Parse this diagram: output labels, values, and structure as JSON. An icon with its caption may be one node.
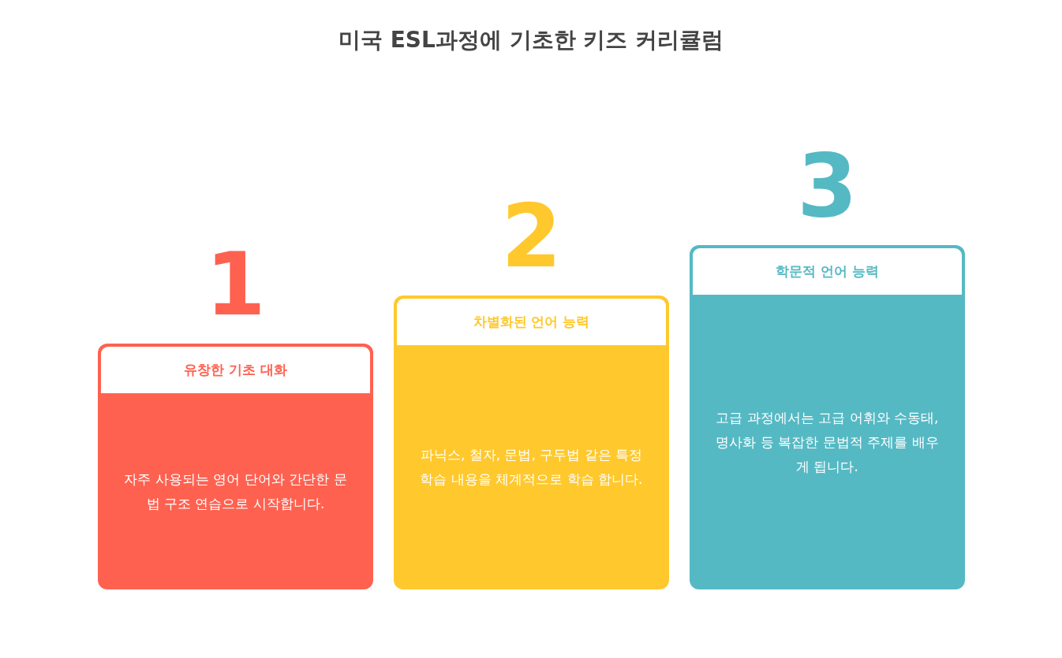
{
  "diagram": {
    "title": "미국 ESL과정에 기초한 키즈 커리큘럼",
    "nodes": [
      {
        "text": [
          "유창한 기초 대화",
          "자주 사용되는 영어 단어와 간단한 문법 구조 연습으로 시작합니다."
        ],
        "beside": [
          "1"
        ]
      },
      {
        "text": [
          "차별화된 언어 능력",
          "파닉스, 철자, 문법, 구두법 같은 특정 학습 내용을 체계적으로 학습 합니다."
        ],
        "beside": [
          "2"
        ]
      },
      {
        "text": [
          "학문적 언어 능력",
          "고급 과정에서는 고급 어휘와 수동태, 명사화 등 복잡한 문법적 주제를 배우게 됩니다."
        ],
        "beside": [
          "3"
        ]
      }
    ]
  }
}
